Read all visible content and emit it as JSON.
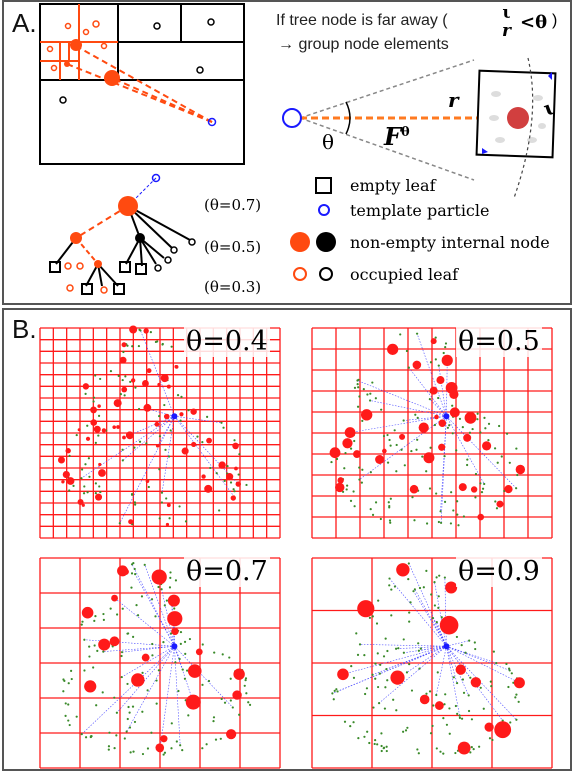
{
  "panel_a": {
    "label": "A.",
    "header_line1": "If tree node is far away (",
    "header_ratio_num": "ι",
    "header_ratio_den": "r",
    "header_ratio_rel": "<θ",
    "header_close": ")",
    "header_line2": "→ group node elements",
    "r_label": "r",
    "l_label": "ι",
    "theta_label": "θ",
    "force_label": "F",
    "force_sup": "θ",
    "theta_values": [
      "(θ=0.7)",
      "(θ=0.5)",
      "(θ=0.3)"
    ],
    "legend": [
      {
        "symbol": "square",
        "text": "empty leaf"
      },
      {
        "symbol": "small-blue-circle",
        "text": "template particle"
      },
      {
        "symbol": "filled-circles",
        "text": "non-empty internal node"
      },
      {
        "symbol": "open-circles",
        "text": "occupied leaf"
      }
    ]
  },
  "panel_b": {
    "label": "B.",
    "quadrants": [
      {
        "theta": "θ=0.4"
      },
      {
        "theta": "θ=0.5"
      },
      {
        "theta": "θ=0.7"
      },
      {
        "theta": "θ=0.9"
      }
    ]
  },
  "colors": {
    "orange": "#ff4a10",
    "black": "#000000",
    "blue": "#1a1aff",
    "red": "#ff1a1a",
    "green": "#3a8a2a",
    "grey": "#888888"
  }
}
